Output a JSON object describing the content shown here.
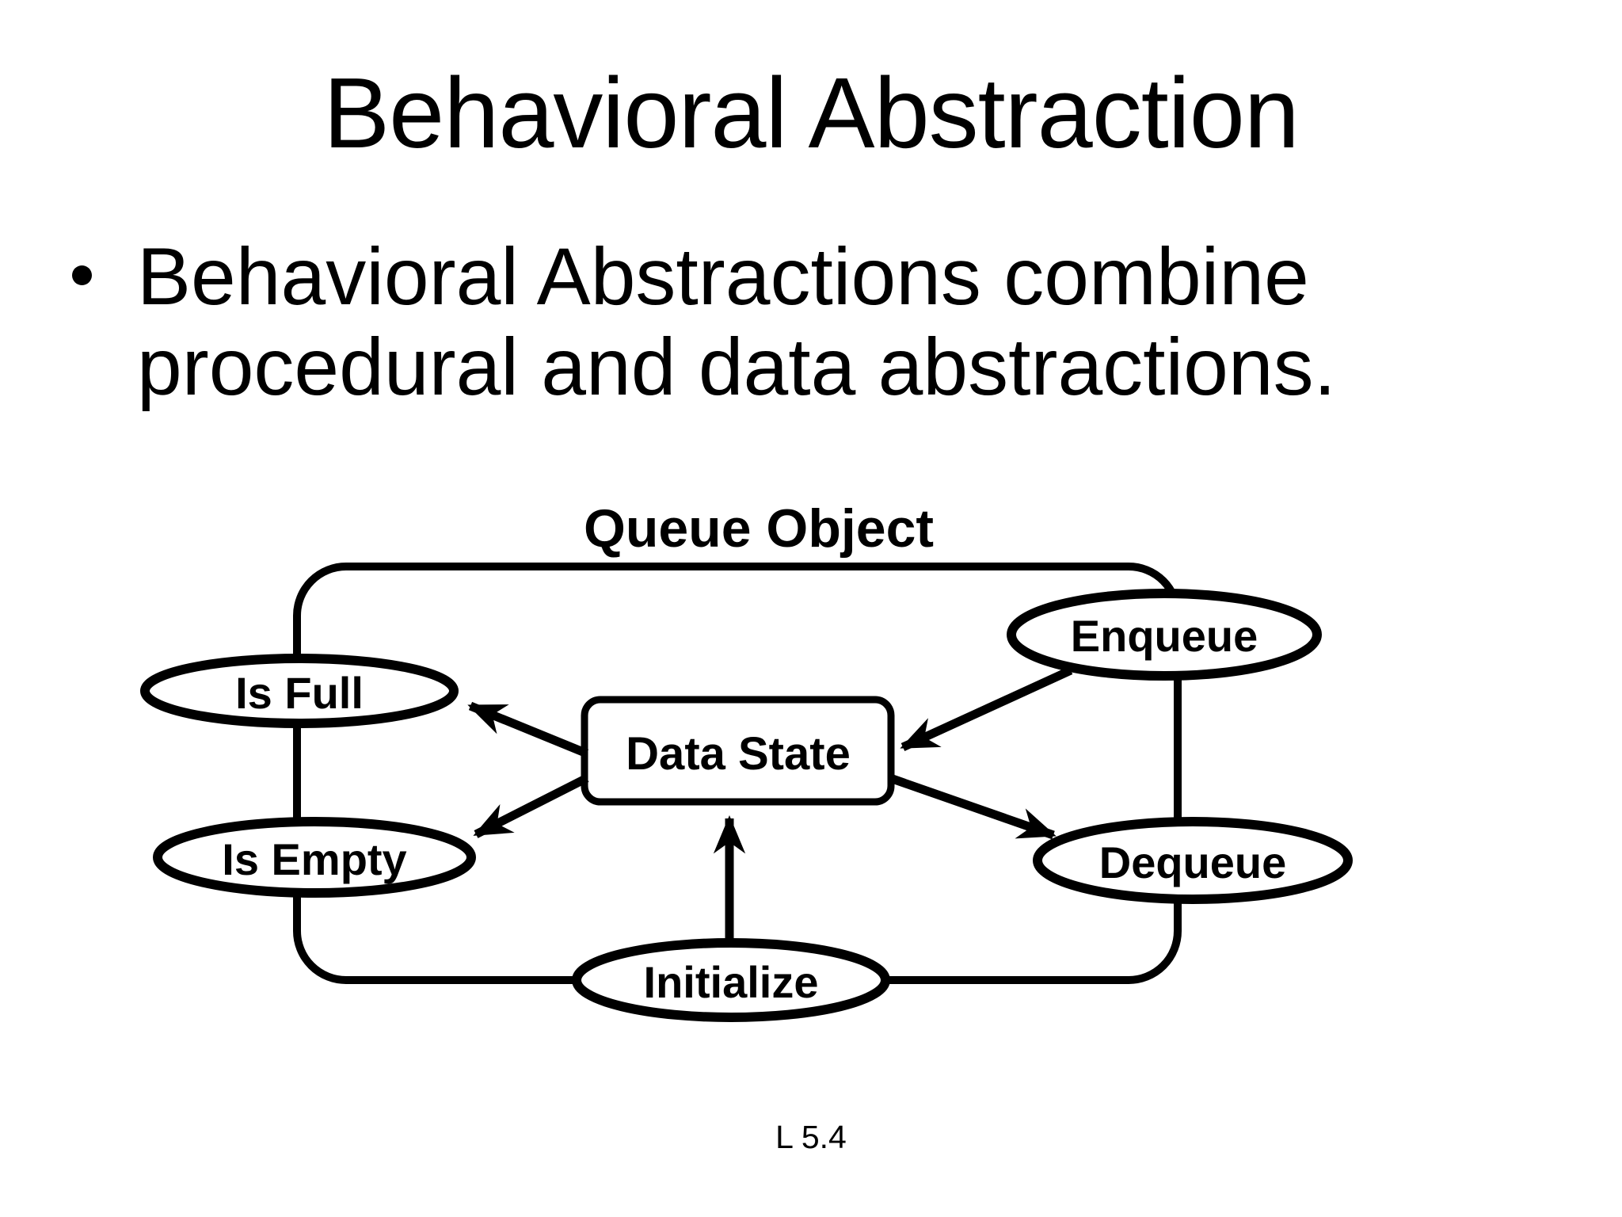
{
  "slide": {
    "title": "Behavioral Abstraction",
    "bullet_lines": [
      "Behavioral Abstractions combine",
      "procedural and data abstractions."
    ],
    "footer": "L 5.4"
  },
  "diagram": {
    "title": "Queue Object",
    "center_box": {
      "label": "Data State"
    },
    "nodes": [
      {
        "id": "enqueue",
        "label": "Enqueue"
      },
      {
        "id": "is-full",
        "label": "Is Full"
      },
      {
        "id": "is-empty",
        "label": "Is Empty"
      },
      {
        "id": "dequeue",
        "label": "Dequeue"
      },
      {
        "id": "initialize",
        "label": "Initialize"
      }
    ],
    "edges": [
      {
        "from": "Enqueue",
        "to": "Data State"
      },
      {
        "from": "Data State",
        "to": "Is Full"
      },
      {
        "from": "Data State",
        "to": "Is Empty"
      },
      {
        "from": "Data State",
        "to": "Dequeue"
      },
      {
        "from": "Initialize",
        "to": "Data State"
      }
    ],
    "colors": {
      "stroke": "#000000",
      "fill": "#ffffff",
      "background": "#ffffff"
    }
  }
}
